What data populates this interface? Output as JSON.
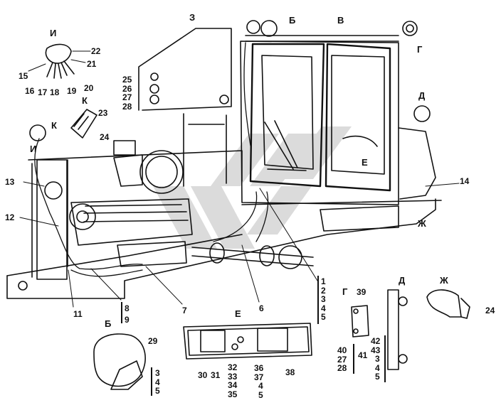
{
  "sections": {
    "z": "З",
    "i": "И",
    "k": "К",
    "b": "Б",
    "v": "В",
    "g": "Г",
    "d": "Д",
    "e": "Е",
    "zh": "Ж"
  },
  "main": {
    "l3": "3",
    "l6": "6",
    "l7": "7",
    "l11": "11",
    "l12": "12",
    "l13": "13",
    "l14": "14"
  },
  "leader_8_9": [
    "8",
    "9"
  ],
  "leader_1_5": [
    "1",
    "2",
    "3",
    "4",
    "5"
  ],
  "detail_i": {
    "l15": "15",
    "l16": "16",
    "l17": "17",
    "l18": "18",
    "l19": "19",
    "l20": "20",
    "l21": "21",
    "l22": "22"
  },
  "detail_z": [
    "25",
    "26",
    "27",
    "28"
  ],
  "detail_k": {
    "l23": "23",
    "l24": "24"
  },
  "detail_e": {
    "l30": "30",
    "l31": "31",
    "l32": "32",
    "l33": "33",
    "l34": "34",
    "l35": "35",
    "l36": "36",
    "l37": "37",
    "l4": "4",
    "l5": "5",
    "l38": "38"
  },
  "detail_b": {
    "l29": "29",
    "stack": [
      "3",
      "4",
      "5"
    ]
  },
  "detail_g": {
    "l39": "39",
    "l41": "41",
    "stack": [
      "40",
      "27",
      "28"
    ]
  },
  "detail_d": {
    "stack": [
      "42",
      "43",
      "3",
      "4",
      "5"
    ]
  },
  "detail_zh": {
    "l24": "24"
  },
  "colors": {
    "line": "#111111",
    "watermark": "#c9c9c9",
    "background": "#ffffff"
  }
}
